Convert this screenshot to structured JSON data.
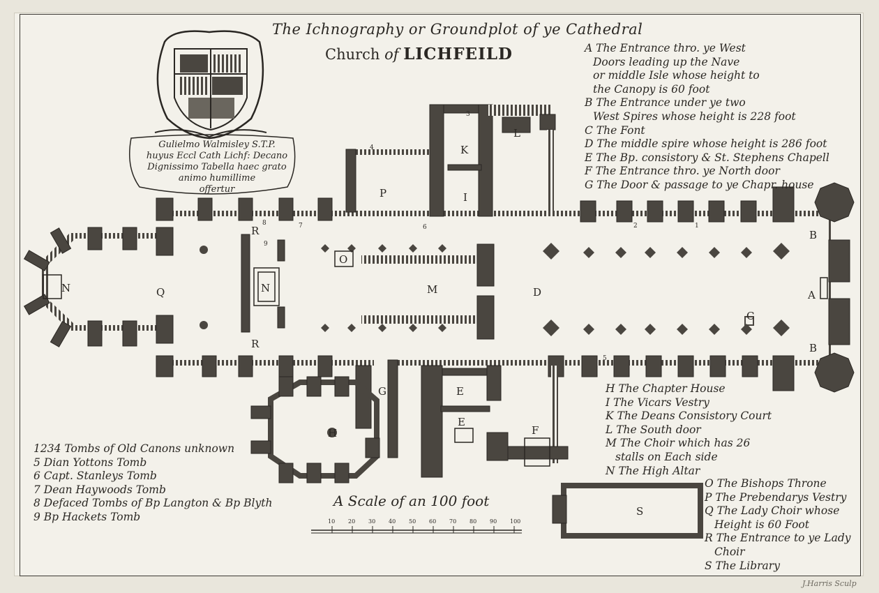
{
  "title": {
    "line1": "The Ichnography or Groundplot of ye Cathedral",
    "line2_prefix": "Church",
    "line2_of": "of",
    "line2_name": "LICHFEILD"
  },
  "dedication": [
    "Gulielmo Walmisley S.T.P.",
    "huyus Eccl Cath Lichf: Decano",
    "Dignissimo Tabella haec grato",
    "animo humillime",
    "offertur"
  ],
  "legend_top": [
    "A The Entrance thro. ye West",
    "Doors leading up the Nave",
    "or middle Isle whose height to",
    "the Canopy is 60 foot",
    "B The Entrance under ye two",
    "West Spires whose height is 228 foot",
    "C The Font",
    "D The middle spire whose height is 286 foot",
    "E The Bp. consistory & St. Stephens Chapell",
    "F The Entrance thro. ye North door",
    "G The Door & passage to ye Chapr. house"
  ],
  "legend_mid": [
    "H The Chapter House",
    "I The Vicars Vestry",
    "K The Deans Consistory Court",
    "L The South door",
    "M The Choir which has 26",
    "stalls on Each side",
    "N The High Altar"
  ],
  "legend_bottom_right": [
    "O The Bishops Throne",
    "P The Prebendarys Vestry",
    "Q The Lady Choir whose",
    "Height is 60 Foot",
    "R The Entrance to ye Lady",
    "Choir",
    "S The Library"
  ],
  "legend_tombs": [
    "1234 Tombs of Old Canons unknown",
    "5 Dian Yottons Tomb",
    "6 Capt. Stanleys Tomb",
    "7 Dean Haywoods Tomb",
    "8 Defaced Tombs of Bp Langton & Bp Blyth",
    "9 Bp Hackets Tomb"
  ],
  "scale": {
    "title": "A Scale of an 100 foot",
    "ticks": [
      "10",
      "20",
      "30",
      "40",
      "50",
      "60",
      "70",
      "80",
      "90",
      "100"
    ]
  },
  "plan_labels": {
    "A": "A",
    "B1": "B",
    "B2": "B",
    "C": "C",
    "D": "D",
    "E1": "E",
    "E2": "E",
    "F": "F",
    "G": "G",
    "H": "H",
    "I": "I",
    "K": "K",
    "L": "L",
    "M": "M",
    "N1": "N",
    "N2": "N",
    "O": "O",
    "P": "P",
    "Q": "Q",
    "R1": "R",
    "R2": "R",
    "S": "S"
  },
  "plan_numbers": {
    "n1": "1",
    "n2": "2",
    "n3": "3",
    "n4": "4",
    "n5": "5",
    "n6": "6",
    "n7": "7",
    "n8": "8",
    "n9": "9"
  },
  "engraver": "J.Harris Sculp",
  "colors": {
    "ink": "#2a2723",
    "paper": "#f3f1ea",
    "wall": "#4a4640"
  }
}
